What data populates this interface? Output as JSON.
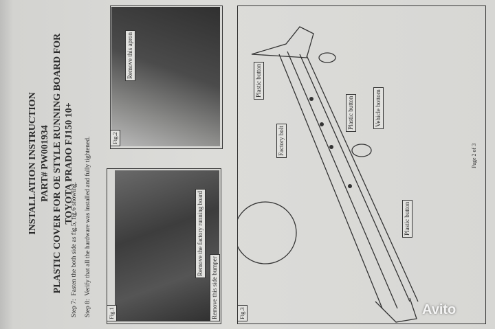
{
  "title": {
    "line1": "INSTALLATION INSTRUCTION",
    "line2": "PART# PW001934",
    "line3": "PLASTIC COVER FOR OE STYLE RUNNING BOARD FOR",
    "line4": "TOYOTA PRADO FJ150 10+"
  },
  "steps": [
    {
      "label": "Step 7:",
      "text": "Fasten the both side as fig.5, fig.6 showing."
    },
    {
      "label": "Step 8:",
      "text": "Verify that all the hardware was installed and fully tightened."
    }
  ],
  "fig1": {
    "label": "Fig.1",
    "callouts": [
      "Remove the factory running board",
      "Remove this side bumper"
    ]
  },
  "fig2": {
    "label": "Fig.2",
    "callouts": [
      "Remove this apron"
    ]
  },
  "fig3": {
    "label": "Fig.3",
    "callouts": [
      "Plastic button",
      "Factory bolt",
      "Plastic button",
      "Vehicle bottom",
      "Plastic button"
    ]
  },
  "footer": {
    "page": "Page 2 of 3"
  },
  "watermark": {
    "text": "Avito"
  }
}
